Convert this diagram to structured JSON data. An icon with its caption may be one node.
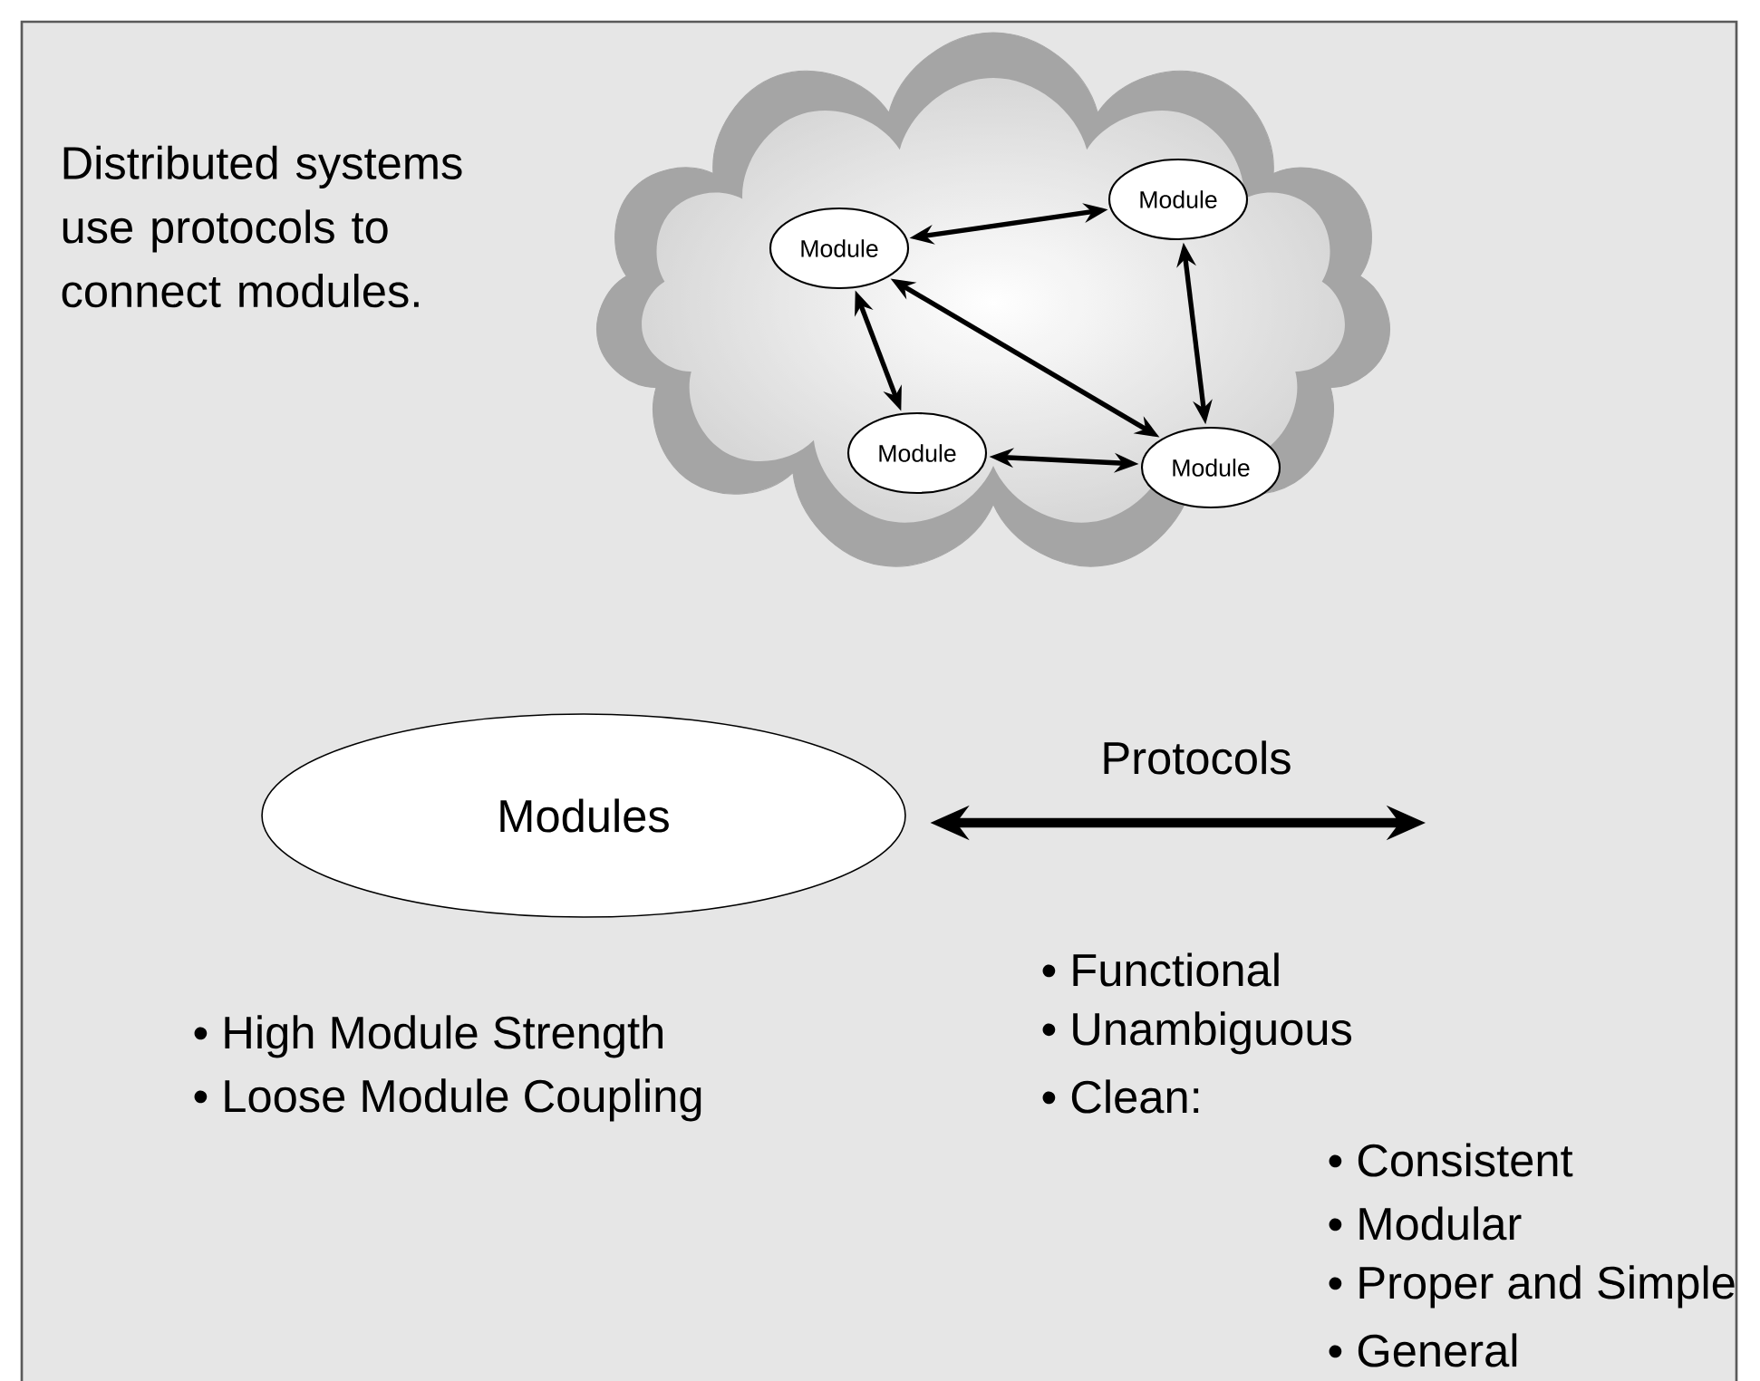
{
  "diagram": {
    "nodes": [
      {
        "text": [],
        "shape": "cloud"
      },
      {
        "text": [
          "Module"
        ],
        "in": 0
      },
      {
        "text": [
          "Module"
        ],
        "in": 0
      },
      {
        "text": [
          "Module"
        ],
        "in": 0
      },
      {
        "text": [
          "Module"
        ],
        "in": 0
      },
      {
        "text": [
          "Modules"
        ],
        "beside": [
          "• High Module Strength",
          "• Loose Module Coupling"
        ]
      }
    ],
    "edges": [
      {
        "from": 1,
        "to": 2,
        "arrow": "both"
      },
      {
        "from": 1,
        "to": 3,
        "arrow": "both"
      },
      {
        "from": 1,
        "to": 4,
        "arrow": "both"
      },
      {
        "from": 2,
        "to": 3,
        "arrow": "both"
      },
      {
        "from": 4,
        "to": 3,
        "arrow": "both"
      },
      {
        "from": 5,
        "to": null,
        "arrow": "both",
        "label": "Protocols",
        "style": "thick"
      }
    ],
    "labels": [
      "Distributed systems use protocols to connect modules.",
      "• Functional",
      "• Unambiguous",
      "• Clean:",
      "• Consistent",
      "• Modular",
      "• Proper and Simple",
      "• General"
    ]
  }
}
